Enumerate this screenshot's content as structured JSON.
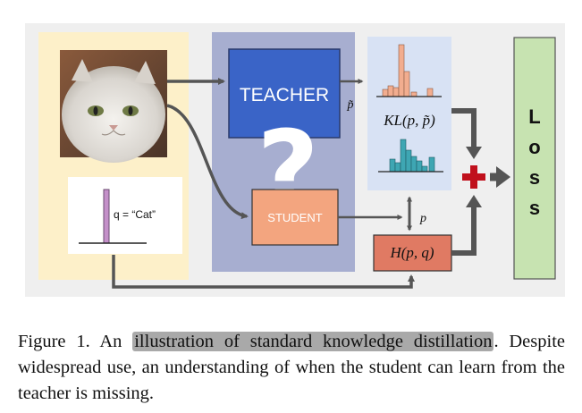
{
  "diagram": {
    "teacher_label": "TEACHER",
    "student_label": "STUDENT",
    "question_mark": "?",
    "ptilde_label": "p̃",
    "p_label": "p",
    "kl_label": "KL(p, p̃)",
    "h_label": "H(p, q)",
    "q_label": "q = “Cat”",
    "loss_letters": [
      "L",
      "o",
      "s",
      "s"
    ],
    "plus_symbol": "✚",
    "colors": {
      "teacher_fill": "#3a64c7",
      "student_fill": "#f3a57f",
      "h_fill": "#e07a63",
      "loss_fill": "#c7e3b1",
      "kl_panel": "#d8e2f4",
      "input_panel": "#fdf0c9",
      "model_panel": "#a7aed0",
      "teal_bar": "#3ea6b3",
      "peach_bar": "#f2ad8f",
      "label_bar": "#c490c9",
      "plus_red": "#c0101c",
      "arrow": "#555555"
    }
  },
  "caption": {
    "prefix": "Figure 1. An ",
    "highlight": "illustration of standard knowledge distillation",
    "suffix": ". Despite widespread use, an understanding of when the student can learn from the teacher is missing."
  }
}
